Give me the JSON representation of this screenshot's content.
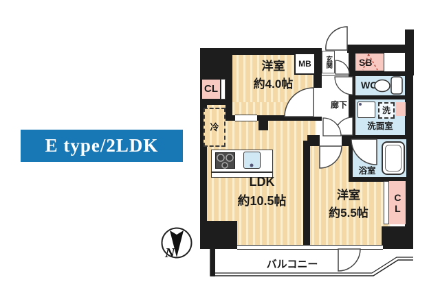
{
  "unit_label": {
    "text": "E type/2LDK",
    "bg": "#1877b5",
    "fg": "#ffffff"
  },
  "compass": {
    "label": "N"
  },
  "rooms": {
    "bedroom1": {
      "name": "洋室",
      "size": "約4.0帖"
    },
    "ldk": {
      "name": "LDK",
      "size": "約10.5帖"
    },
    "bedroom2": {
      "name": "洋室",
      "size": "約5.5帖"
    },
    "hallway": {
      "label": "廊下"
    },
    "entrance": {
      "label": "玄関"
    },
    "washroom": {
      "label": "洗面室"
    },
    "bathroom": {
      "label": "浴室"
    },
    "toilet": {
      "label": "WC"
    },
    "balcony": {
      "label": "バルコニー"
    }
  },
  "fixtures": {
    "closet1": {
      "label": "CL"
    },
    "closet2": {
      "label": "CL"
    },
    "shoe_box": {
      "label": "SB"
    },
    "meter_box": {
      "label": "MB"
    },
    "refrigerator": {
      "label": "冷"
    },
    "washer": {
      "label": "洗"
    }
  },
  "colors": {
    "wall": "#1d1d1d",
    "wood_floor": "#f4d9a6",
    "wood_stripe": "#fcedcb",
    "pink": "#f7c9c0",
    "light_blue": "#cfe8f4",
    "label_bg": "#1877b5"
  }
}
